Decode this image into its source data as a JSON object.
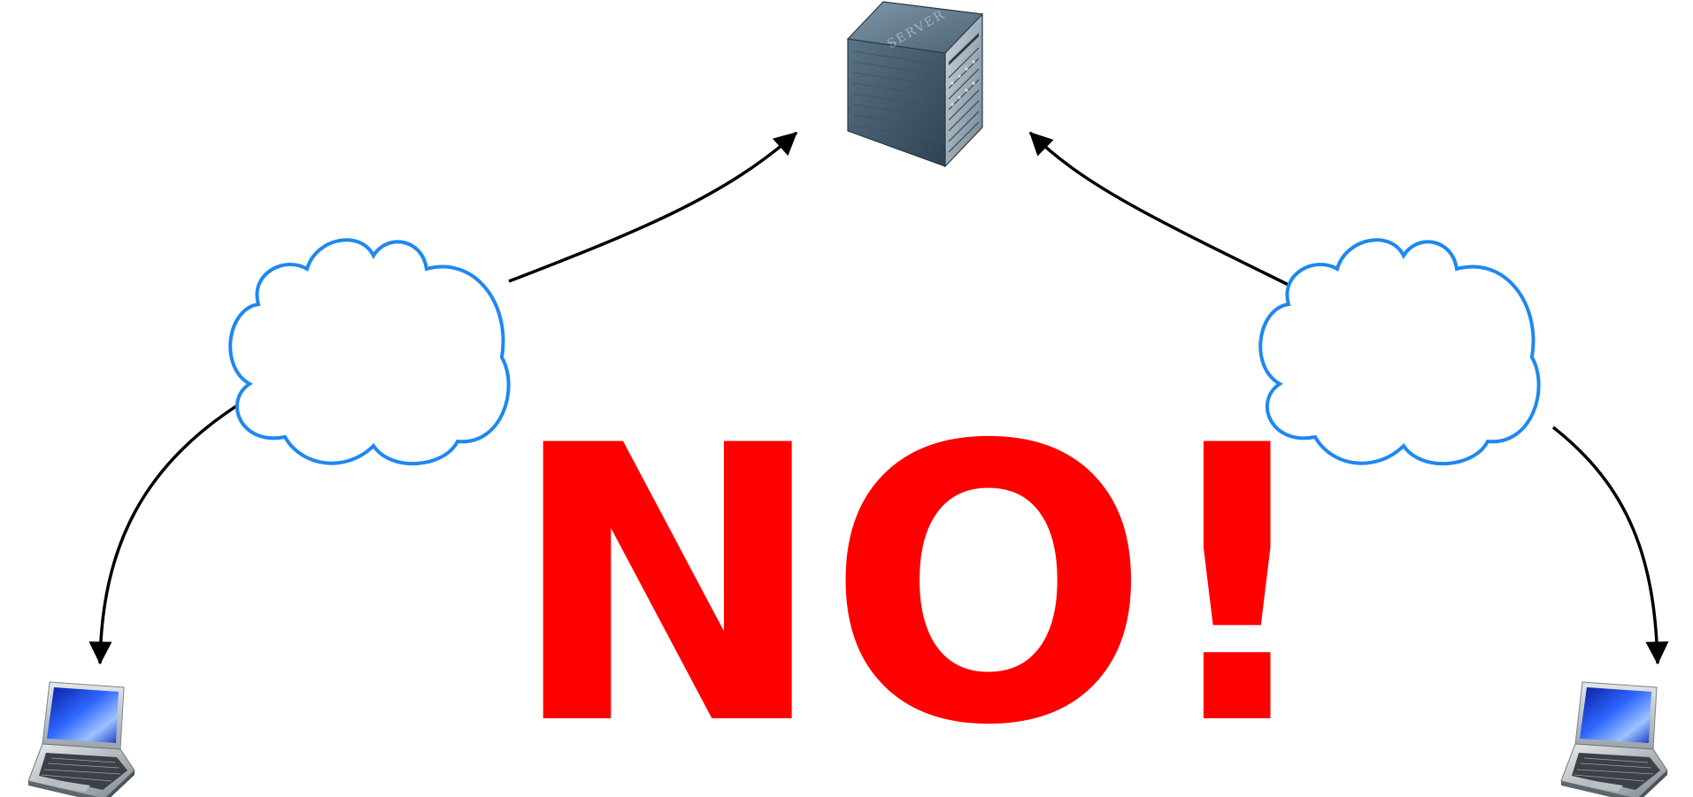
{
  "diagram": {
    "nodes": {
      "server": {
        "icon": "server-icon",
        "label": "SERVER"
      },
      "cloud_left": {
        "icon": "cloud-icon"
      },
      "cloud_right": {
        "icon": "cloud-icon"
      },
      "laptop_left": {
        "icon": "laptop-icon"
      },
      "laptop_right": {
        "icon": "laptop-icon"
      }
    },
    "edges": [
      {
        "from": "cloud_left",
        "to": "server"
      },
      {
        "from": "cloud_right",
        "to": "server"
      },
      {
        "from": "cloud_left",
        "to": "laptop_left"
      },
      {
        "from": "cloud_right",
        "to": "laptop_right"
      }
    ],
    "message": "NO!"
  },
  "colors": {
    "message": "#ff0000",
    "cloud_outline": "#1e88f0",
    "arrow": "#000000",
    "background": "#ffffff"
  }
}
